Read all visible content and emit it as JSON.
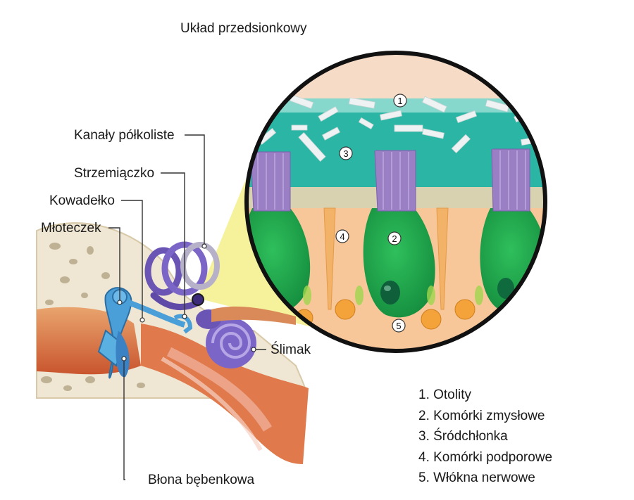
{
  "title": "Układ przedsionkowy",
  "labels": {
    "kanaly": "Kanały półkoliste",
    "strzemiaczko": "Strzemiączko",
    "kowadelko": "Kowadełko",
    "mloteczek": "Młoteczek",
    "slimak": "Ślimak",
    "blona": "Błona bębenkowa"
  },
  "markers": [
    "1",
    "2",
    "3",
    "4",
    "5"
  ],
  "legend": [
    "1. Otolity",
    "2. Komórki zmysłowe",
    "3. Śródchłonka",
    "4. Komórki podporowe",
    "5. Włókna nerwowe"
  ],
  "colors": {
    "otoliths_band": "#2bb5a5",
    "hair_cell": "#1e9e4a",
    "supporting_cell": "#f7c79a",
    "stereocilia": "#9b7fc4",
    "ossicles": "#4a9fd8",
    "labyrinth": "#6a55b5",
    "magnifier_cone": "#f3f08a"
  }
}
